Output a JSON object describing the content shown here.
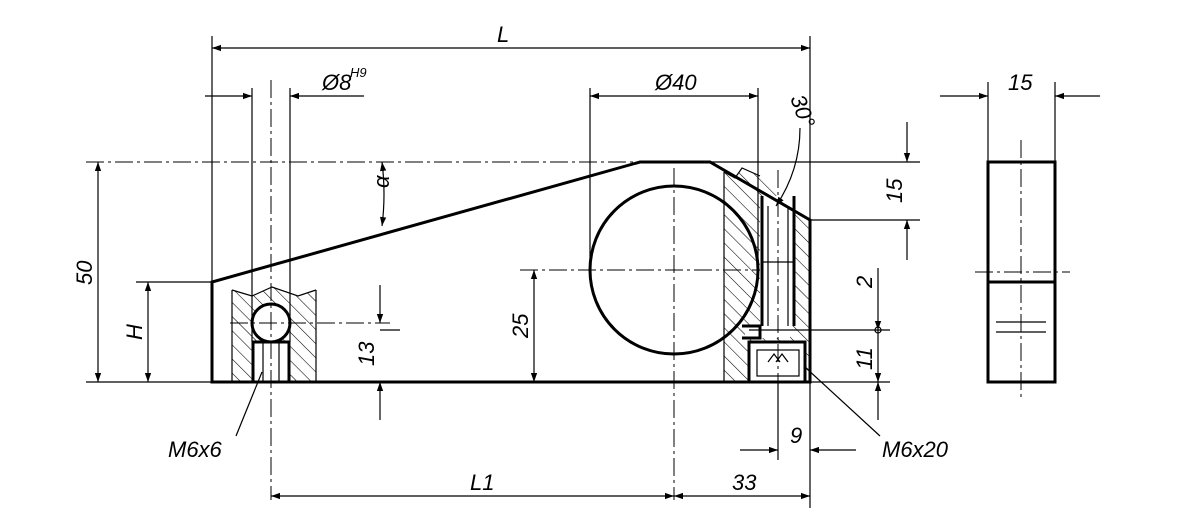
{
  "labels": {
    "L": "L",
    "d8": "Ø8",
    "d8_tol": "H9",
    "d40": "Ø40",
    "angle": "30°",
    "alpha": "α",
    "h15_right": "15",
    "w15": "15",
    "h50": "50",
    "H": "H",
    "h13": "13",
    "h25": "25",
    "h2": "2",
    "h11": "11",
    "w9": "9",
    "M6x6": "M6x6",
    "M6x20": "M6x20",
    "L1": "L1",
    "w33": "33"
  }
}
